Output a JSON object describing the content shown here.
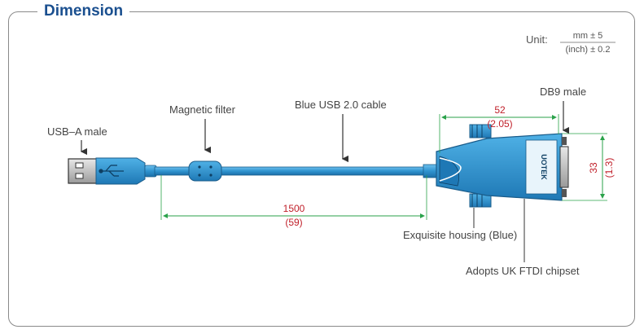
{
  "section_title": "Dimension",
  "unit": {
    "label": "Unit:",
    "metric": "mm ± 5",
    "imperial": "(inch) ± 0.2"
  },
  "labels": {
    "usb_a": "USB–A male",
    "magnetic_filter": "Magnetic filter",
    "cable": "Blue USB 2.0 cable",
    "db9": "DB9 male",
    "housing": "Exquisite housing (Blue)",
    "chipset": "Adopts UK FTDI chipset"
  },
  "dimensions": {
    "cable_length_mm": "1500",
    "cable_length_in": "(59)",
    "housing_length_mm": "52",
    "housing_length_in": "(2.05)",
    "housing_height_mm": "33",
    "housing_height_in": "(1.3)"
  },
  "brand_text": "UOTEK",
  "colors": {
    "title": "#1a4f8f",
    "cable": "#2f93cf",
    "dimension_line": "#2aa24a",
    "dimension_text": "#c0202a"
  }
}
